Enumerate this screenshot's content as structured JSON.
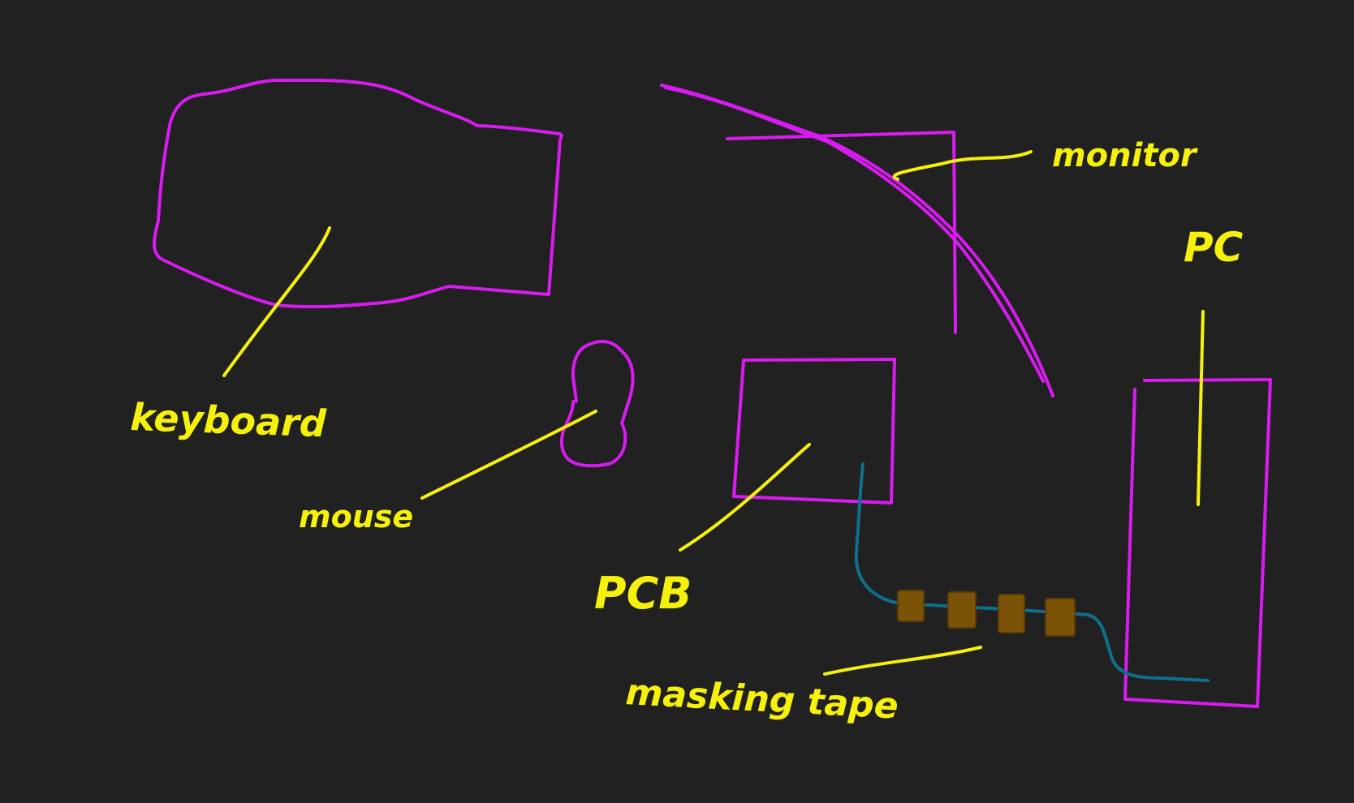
{
  "colors": {
    "background": "#212121",
    "outline": "#d81bf0",
    "label": "#f6f10c",
    "cable": "#0e6f8f",
    "tape": "#7a5208",
    "tape_edge": "#5c3d04"
  },
  "labels": {
    "keyboard": "keyboard",
    "mouse": "mouse",
    "monitor": "monitor",
    "pc": "PC",
    "pcb": "PCB",
    "masking_tape": "masking tape"
  }
}
